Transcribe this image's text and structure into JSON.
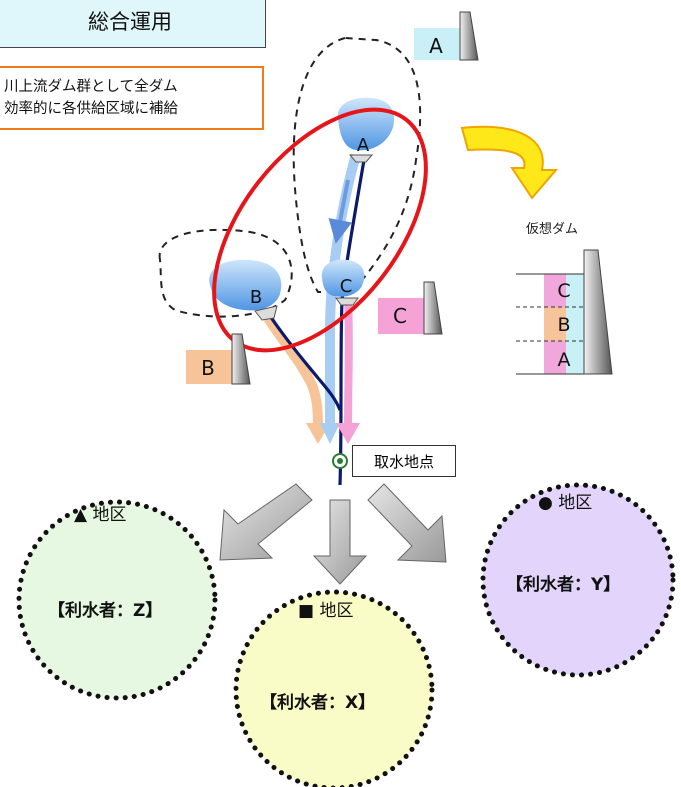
{
  "header": {
    "title": "総合運用"
  },
  "note": {
    "lines": [
      "川上流ダム群として全ダム",
      "効率的に各供給区域に補給"
    ]
  },
  "dams": {
    "a_label": "A",
    "b_label": "B",
    "c_label": "C"
  },
  "virtual_dam": {
    "title": "仮想ダム",
    "layers": [
      "C",
      "B",
      "A"
    ]
  },
  "intake": {
    "label": "取水地点"
  },
  "districts": [
    {
      "symbol": "▲",
      "name": "地区",
      "user": "【利水者：Z】",
      "color": "#e6f8e1"
    },
    {
      "symbol": "■",
      "name": "地区",
      "user": "【利水者：X】",
      "color": "#fafcc8"
    },
    {
      "symbol": "●",
      "name": "地区",
      "user": "【利水者：Y】",
      "color": "#e2d4fb"
    }
  ],
  "colors": {
    "river": "#0b1a6b",
    "flow_a": "#a8cdf2",
    "flow_b": "#f7c49a",
    "flow_c": "#f5a3d6",
    "highlight": "#e5161a",
    "arrow_yellow": "#ffe81a"
  }
}
